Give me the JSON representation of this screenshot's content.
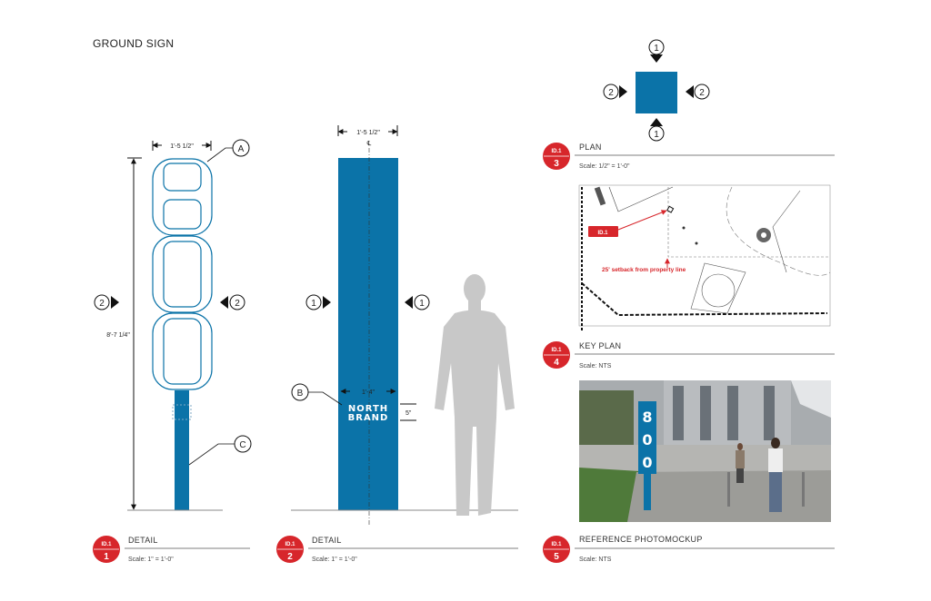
{
  "page_title": "GROUND SIGN",
  "colors": {
    "sign_blue": "#0b73a8",
    "badge_red": "#d7262b",
    "silhouette": "#c8c8c8"
  },
  "detail1": {
    "sign_numerals": "800",
    "width_dim": "1'-5 1/2\"",
    "height_dim": "8'-7 1/4\"",
    "callout_a": "A",
    "callout_c": "C",
    "view_marker_left": "2",
    "view_marker_right": "2",
    "title_block": {
      "sheet": "ID.1",
      "number": "1",
      "title": "DETAIL",
      "scale": "Scale: 1\" = 1'-0\""
    }
  },
  "detail2": {
    "width_dim": "1'-5 1/2\"",
    "centerline": "℄",
    "logo_line1": "NORTH",
    "logo_line2": "BRAND",
    "logo_width_dim": "1'-4\"",
    "logo_height_dim": "5\"",
    "callout_b": "B",
    "view_marker_left": "1",
    "view_marker_right": "1",
    "title_block": {
      "sheet": "ID.1",
      "number": "2",
      "title": "DETAIL",
      "scale": "Scale: 1\" = 1'-0\""
    }
  },
  "plan": {
    "markers": {
      "top": "1",
      "bottom": "1",
      "left": "2",
      "right": "2"
    },
    "title_block": {
      "sheet": "ID.1",
      "number": "3",
      "title": "PLAN",
      "scale": "Scale: 1/2\" = 1'-0\""
    }
  },
  "key_plan": {
    "tag": "ID.1",
    "note": "25' setback from property line",
    "title_block": {
      "sheet": "ID.1",
      "number": "4",
      "title": "KEY PLAN",
      "scale": "Scale: NTS"
    }
  },
  "photo": {
    "sign_numerals": "800",
    "title_block": {
      "sheet": "ID.1",
      "number": "5",
      "title": "REFERENCE PHOTOMOCKUP",
      "scale": "Scale: NTS"
    }
  }
}
